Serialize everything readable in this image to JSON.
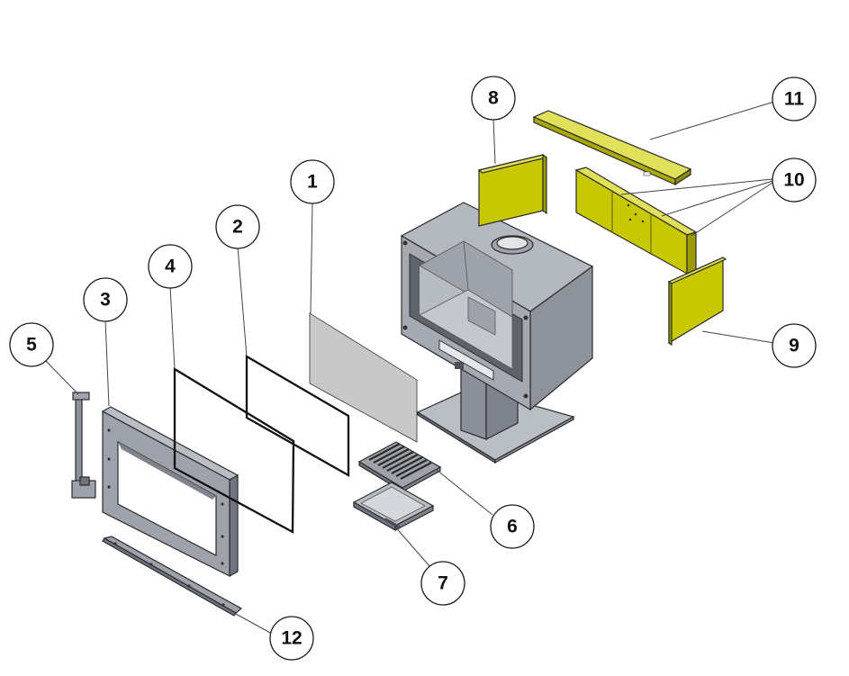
{
  "diagram": {
    "callouts": [
      {
        "id": "1",
        "label": "1"
      },
      {
        "id": "2",
        "label": "2"
      },
      {
        "id": "3",
        "label": "3"
      },
      {
        "id": "4",
        "label": "4"
      },
      {
        "id": "5",
        "label": "5"
      },
      {
        "id": "6",
        "label": "6"
      },
      {
        "id": "7",
        "label": "7"
      },
      {
        "id": "8",
        "label": "8"
      },
      {
        "id": "9",
        "label": "9"
      },
      {
        "id": "10",
        "label": "10"
      },
      {
        "id": "11",
        "label": "11"
      },
      {
        "id": "12",
        "label": "12"
      }
    ],
    "colors": {
      "steel": "#9da2ab",
      "steel_dark": "#6f7480",
      "steel_light": "#b9bdc4",
      "liner": "#cccc00",
      "liner_dark": "#9c9c00",
      "glass": "#c8c8c8",
      "outline": "#1a1a1a"
    }
  }
}
